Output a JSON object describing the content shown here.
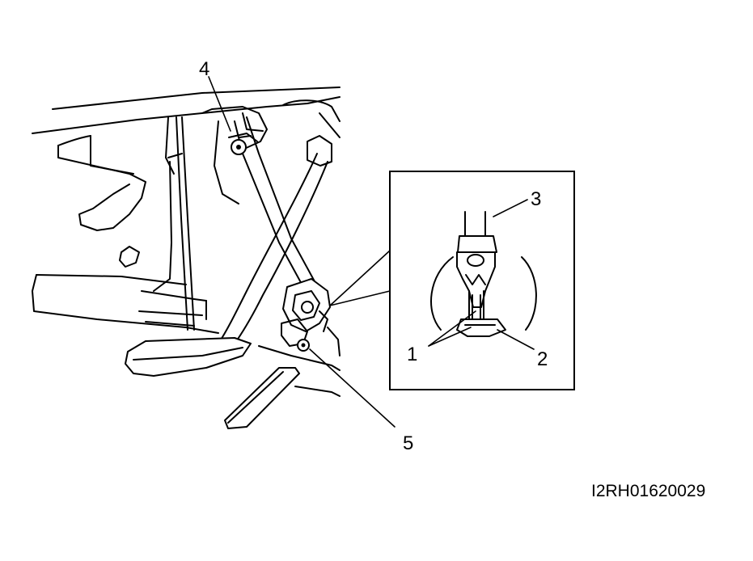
{
  "figure": {
    "callouts": {
      "c1": "1",
      "c2": "2",
      "c3": "3",
      "c4": "4",
      "c5": "5"
    },
    "figure_code": "I2RH01620029"
  }
}
